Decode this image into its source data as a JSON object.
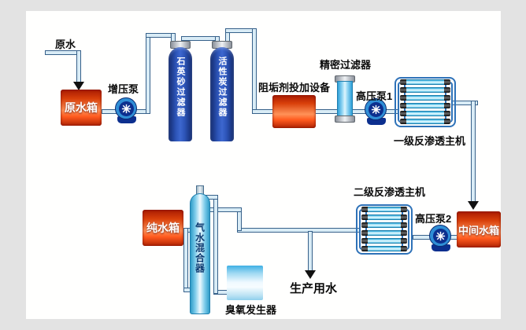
{
  "nodes": {
    "raw_water": {
      "label": "原水"
    },
    "raw_water_tank": {
      "label": "原水箱"
    },
    "booster_pump": {
      "label": "增压泵"
    },
    "quartz_sand_filter": {
      "label": "石英砂过滤器"
    },
    "activated_carbon_filter": {
      "label": "活性炭过滤器"
    },
    "antiscalant_dosing": {
      "label": "阻垢剂投加设备"
    },
    "precision_filter": {
      "label": "精密过滤器"
    },
    "high_pressure_pump_1": {
      "label": "高压泵1"
    },
    "ro_stage_1": {
      "label": "一级反渗透主机"
    },
    "intermediate_tank": {
      "label": "中间水箱"
    },
    "high_pressure_pump_2": {
      "label": "高压泵2"
    },
    "ro_stage_2": {
      "label": "二级反渗透主机"
    },
    "pure_water_tank": {
      "label": "纯水箱"
    },
    "air_water_mixer": {
      "label": "气水混合器"
    },
    "ozone_generator": {
      "label": "臭氧发生器"
    },
    "production_water": {
      "label": "生产用水"
    }
  },
  "flow": [
    "原水→原水箱",
    "原水箱→增压泵→石英砂过滤器",
    "石英砂过滤器→活性炭过滤器",
    "活性炭过滤器→阻垢剂投加设备",
    "阻垢剂投加设备→精密过滤器→高压泵1",
    "高压泵1→一级反渗透主机",
    "一级反渗透主机→中间水箱",
    "中间水箱→高压泵2→二级反渗透主机",
    "二级反渗透主机→生产用水",
    "二级反渗透主机→气水混合器",
    "纯水箱→气水混合器",
    "臭氧发生器→气水混合器"
  ],
  "colors": {
    "background": "#e3e3e3",
    "page": "#fffffe",
    "tank_red": "#e8481a",
    "vessel_blue": "#1f47a6",
    "pipe_fill": "#d9ecf6",
    "pipe_border": "#37618a",
    "pump_navy": "#0c2f8e",
    "membrane_cyan": "#9fe0f6",
    "ozone_blue": "#45b3e6"
  }
}
